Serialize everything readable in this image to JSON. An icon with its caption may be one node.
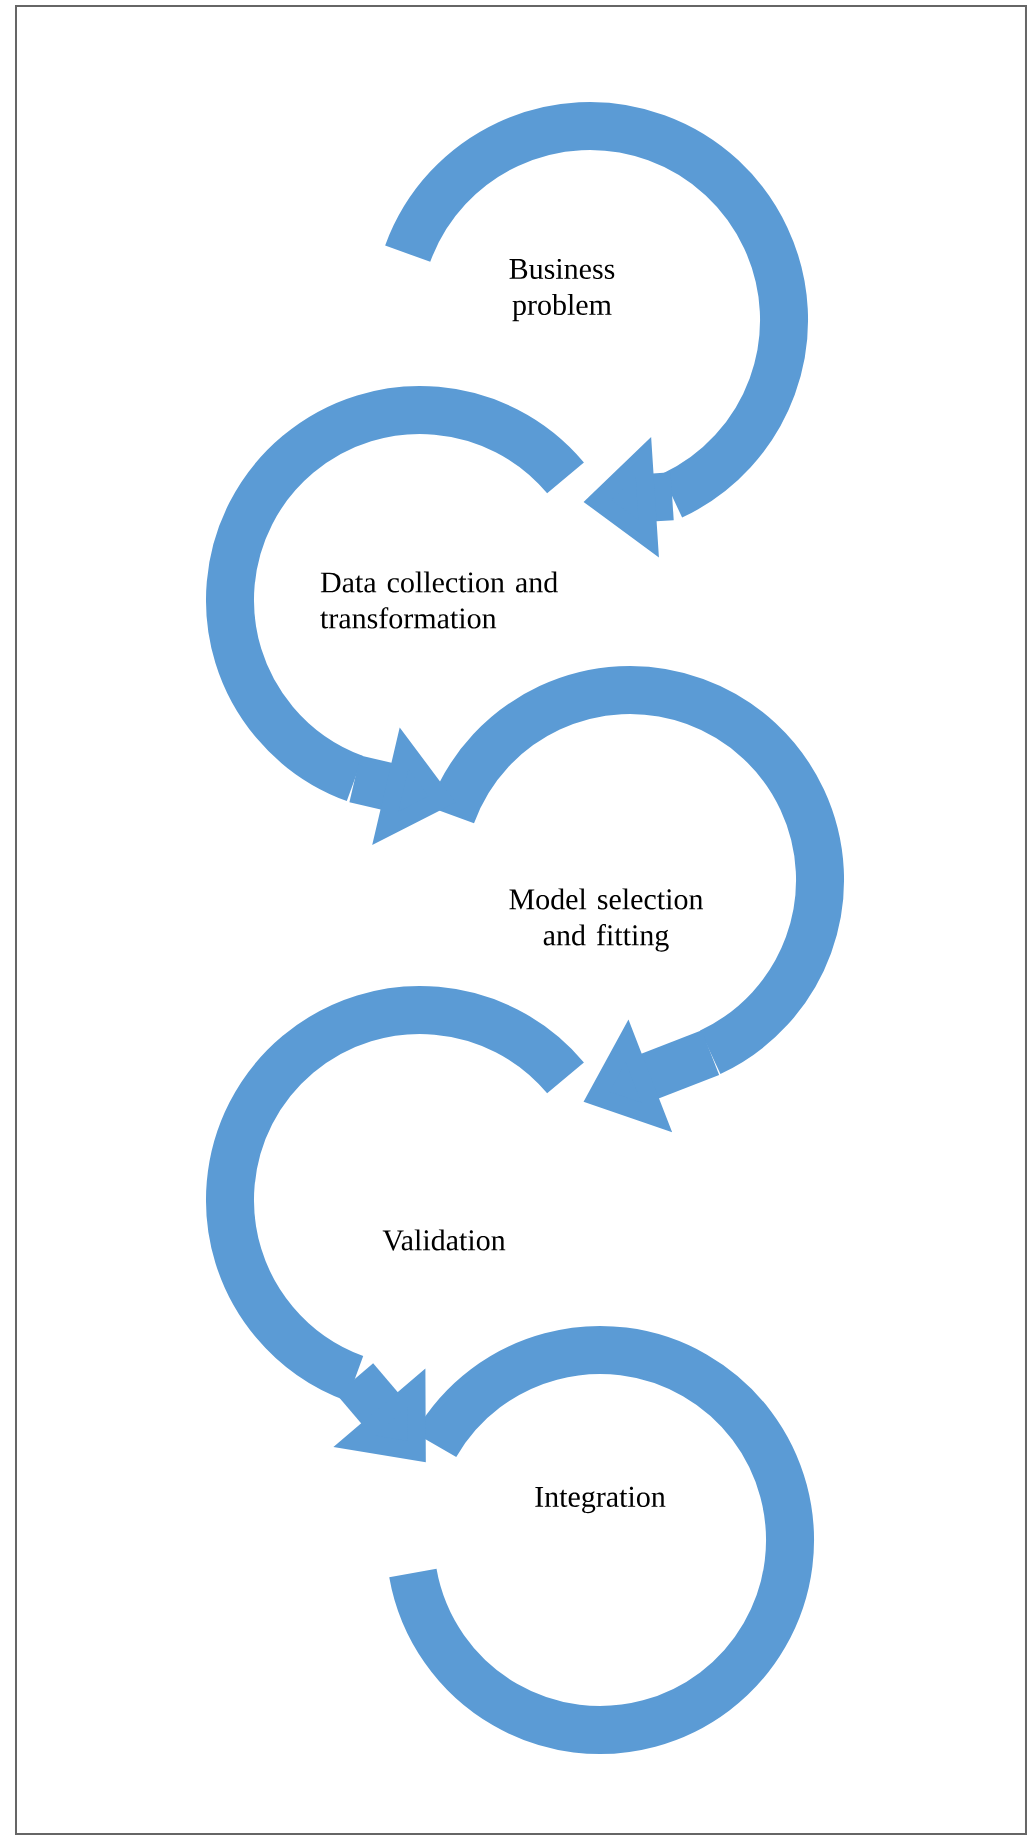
{
  "diagram": {
    "nodes": [
      {
        "text": [
          "Business problem"
        ]
      },
      {
        "text": [
          "Data collection and transformation"
        ]
      },
      {
        "text": [
          "Model selection and fitting"
        ]
      },
      {
        "text": [
          "Validation"
        ]
      },
      {
        "text": [
          "Integration"
        ]
      }
    ],
    "edges": [
      {
        "from": 0,
        "to": 1,
        "arrow": "to"
      },
      {
        "from": 1,
        "to": 2,
        "arrow": "to"
      },
      {
        "from": 2,
        "to": 3,
        "arrow": "to"
      },
      {
        "from": 3,
        "to": 4,
        "arrow": "to"
      }
    ]
  }
}
